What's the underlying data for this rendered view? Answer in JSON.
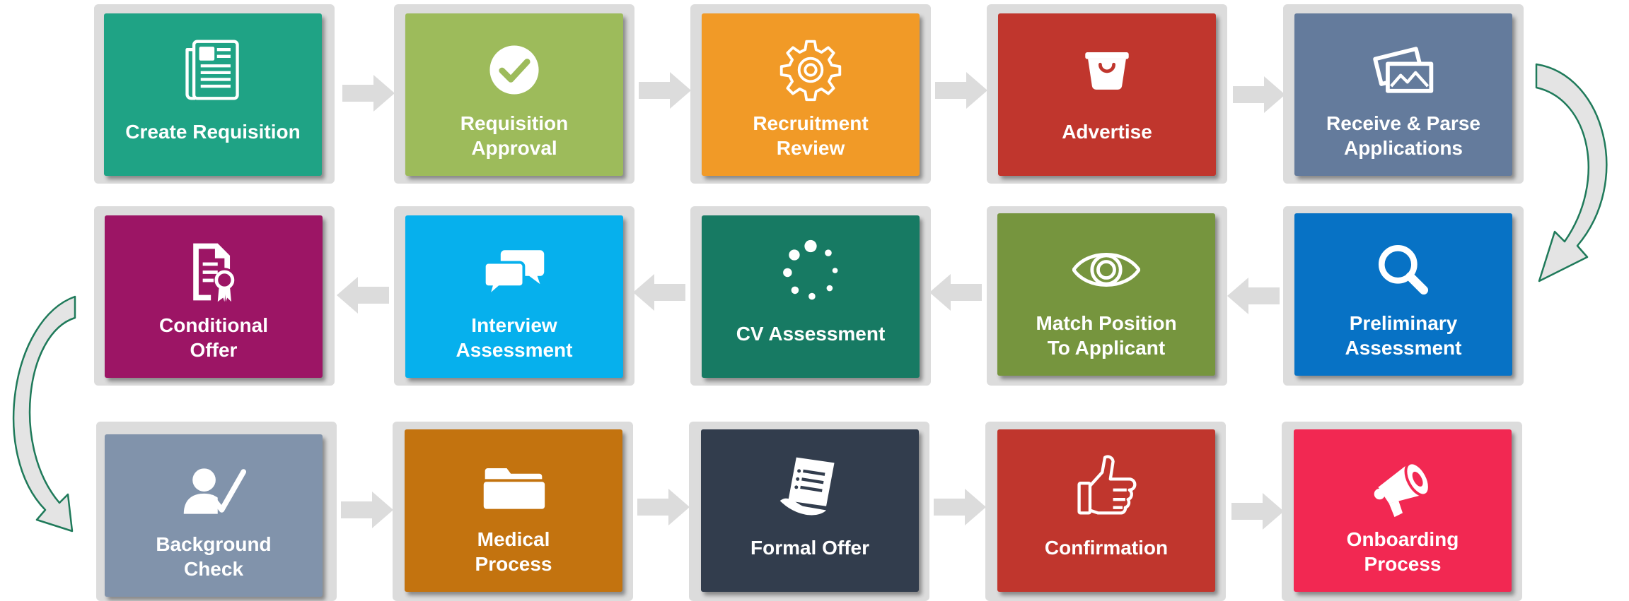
{
  "steps": [
    {
      "label": "Create Requisition",
      "icon": "newspaper-icon",
      "color": "#1fa385"
    },
    {
      "label": "Requisition\nApproval",
      "icon": "checkmark-circle-icon",
      "color": "#9dbb5b"
    },
    {
      "label": "Recruitment\nReview",
      "icon": "gear-icon",
      "color": "#f19a27"
    },
    {
      "label": "Advertise",
      "icon": "shopping-basket-icon",
      "color": "#c0362d"
    },
    {
      "label": "Receive & Parse\nApplications",
      "icon": "pictures-icon",
      "color": "#647b9c"
    },
    {
      "label": "Preliminary\nAssessment",
      "icon": "magnifier-icon",
      "color": "#0772c5"
    },
    {
      "label": "Match Position\nTo Applicant",
      "icon": "eye-icon",
      "color": "#76953e"
    },
    {
      "label": "CV Assessment",
      "icon": "loading-dots-icon",
      "color": "#177a63"
    },
    {
      "label": "Interview\nAssessment",
      "icon": "speech-bubbles-icon",
      "color": "#06b0ed"
    },
    {
      "label": "Conditional\nOffer",
      "icon": "certificate-icon",
      "color": "#9c1565"
    },
    {
      "label": "Background\nCheck",
      "icon": "user-check-icon",
      "color": "#8193ab"
    },
    {
      "label": "Medical\nProcess",
      "icon": "folder-icon",
      "color": "#c3730f"
    },
    {
      "label": "Formal Offer",
      "icon": "document-icon",
      "color": "#323d4d"
    },
    {
      "label": "Confirmation",
      "icon": "thumbs-up-icon",
      "color": "#c0362d"
    },
    {
      "label": "Onboarding\nProcess",
      "icon": "megaphone-icon",
      "color": "#f22852"
    }
  ],
  "colors": {
    "frame": "#dcdcdc",
    "arrow": "#dcdcdc",
    "connector_fill": "#e4e4e4",
    "connector_stroke": "#1f7a5a"
  }
}
